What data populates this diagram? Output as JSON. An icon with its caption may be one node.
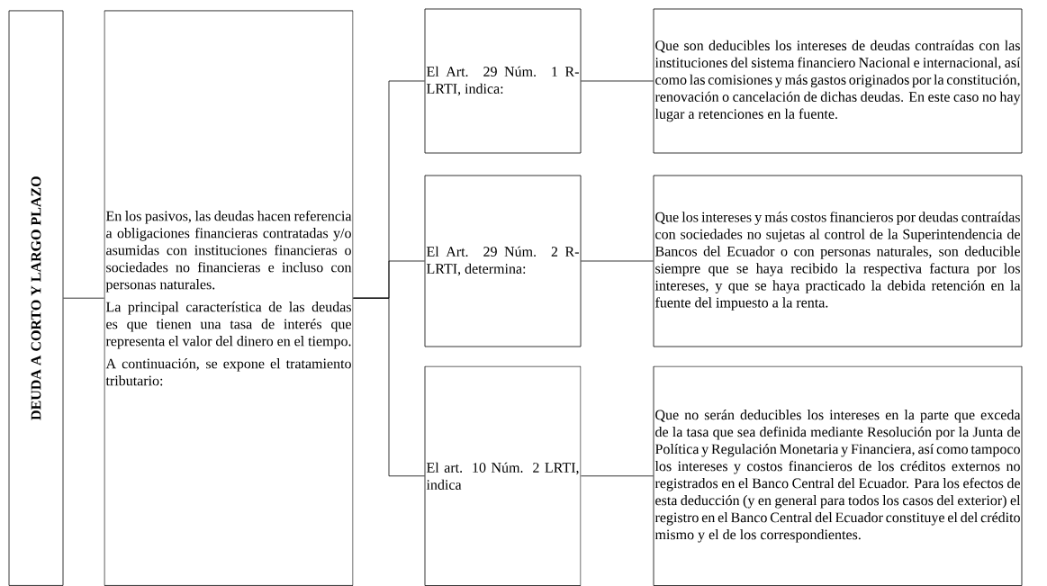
{
  "diagram": {
    "nodes": [
      {
        "text": [
          "DEUDA A CORTO Y LARGO PLAZO"
        ]
      },
      {
        "text": [
          "En los pasivos, las deudas hacen referencia a obligaciones financieras contratadas y/o asumidas con instituciones financieras o sociedades no financieras e incluso con personas naturales.",
          "La principal característica de las deudas es que tienen una tasa de interés que representa el valor del dinero en el tiempo.",
          "A continuación, se expone el tratamiento tributario:"
        ]
      },
      {
        "text": [
          "El Art. 29 Núm. 1 R-LRTI, indica:"
        ]
      },
      {
        "text": [
          "El Art. 29 Núm. 2 R-LRTI, determina:"
        ]
      },
      {
        "text": [
          "El art. 10 Núm. 2 LRTI, indica"
        ]
      },
      {
        "text": [
          "Que son deducibles los intereses de deudas contraídas con las instituciones del sistema financiero Nacional e internacional, así como las comisiones y más gastos originados por la constitución, renovación o cancelación de dichas deudas. En este caso no hay lugar a retenciones en la fuente."
        ]
      },
      {
        "text": [
          "Que los intereses y más costos financieros por deudas contraídas con sociedades no sujetas al control de la Superintendencia de Bancos del Ecuador o con personas naturales, son deducible siempre que se haya recibido la respectiva factura por los intereses, y que se haya practicado la debida retención en la fuente del impuesto a la renta."
        ]
      },
      {
        "text": [
          "Que no serán deducibles los intereses en la parte que exceda de la tasa que sea definida mediante Resolución por la Junta de Política y Regulación Monetaria y Financiera, así como tampoco los intereses y costos financieros de los créditos externos no registrados en el Banco Central del Ecuador. Para los efectos de esta deducción (y en general para todos los casos del exterior) el registro en el Banco Central del Ecuador constituye el del crédito mismo y el de los correspondientes."
        ]
      }
    ],
    "edges": [
      {
        "from": 0,
        "to": 1,
        "arrow": "none"
      },
      {
        "from": 1,
        "to": 2,
        "arrow": "none"
      },
      {
        "from": 1,
        "to": 3,
        "arrow": "none"
      },
      {
        "from": 1,
        "to": 4,
        "arrow": "none"
      },
      {
        "from": 2,
        "to": 5,
        "arrow": "none"
      },
      {
        "from": 3,
        "to": 6,
        "arrow": "none"
      },
      {
        "from": 4,
        "to": 7,
        "arrow": "none"
      }
    ]
  }
}
